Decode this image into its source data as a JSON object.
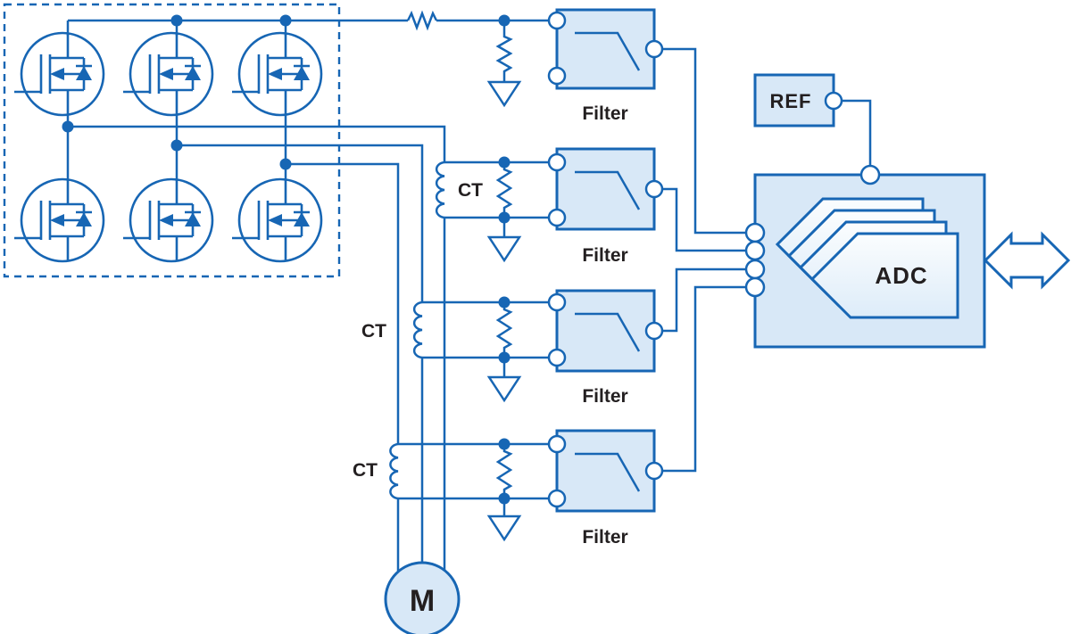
{
  "diagram": {
    "type": "motor-drive-current-sensing-block-diagram",
    "background_color": "#ffffff",
    "colors": {
      "line": "#1766b4",
      "block_fill": "#d8e8f7",
      "page_fill_top": "#fbfdfe",
      "page_fill_bottom": "#ddecf9",
      "text": "#231f20",
      "terminal_fill": "#ffffff"
    },
    "inverter": {
      "name": "three-phase-inverter-bridge",
      "transistor_count": 6,
      "transistor_symbol": "n-mosfet-with-body-diode",
      "border_style": "dashed"
    },
    "filters": [
      {
        "label": "Filter"
      },
      {
        "label": "Filter"
      },
      {
        "label": "Filter"
      },
      {
        "label": "Filter"
      }
    ],
    "ct_labels": [
      "CT",
      "CT",
      "CT"
    ],
    "ref": {
      "label": "REF"
    },
    "adc": {
      "label": "ADC",
      "stacked_channels": 4,
      "left_terminals": 4,
      "top_terminals": 1
    },
    "motor": {
      "label": "M"
    },
    "icons": [
      "mosfet-icon",
      "low-pass-filter-icon",
      "ground-icon",
      "resistor-icon",
      "inductor-coil-icon",
      "junction-dot",
      "terminal-circle",
      "bidirectional-arrow-icon"
    ]
  }
}
